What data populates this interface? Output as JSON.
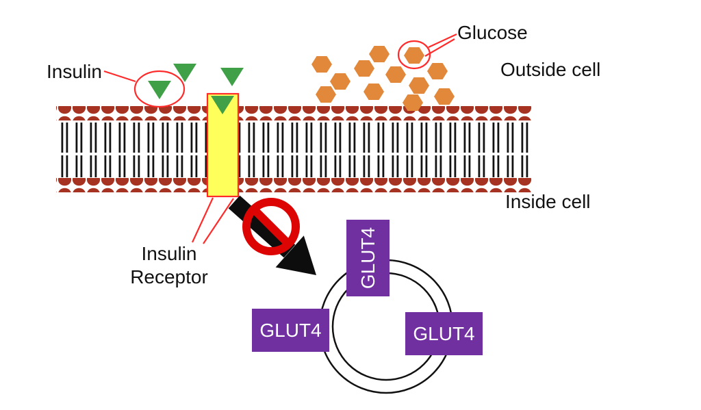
{
  "diagram": {
    "labels": {
      "insulin": "Insulin",
      "glucose": "Glucose",
      "outside_cell": "Outside cell",
      "inside_cell": "Inside cell",
      "insulin_receptor_line1": "Insulin",
      "insulin_receptor_line2": "Receptor",
      "glut4": "GLUT4"
    },
    "icons": {
      "insulin_molecule": "green-triangle",
      "glucose_molecule": "orange-hexagon",
      "blocked_signal": "red-prohibition-circle-over-black-arrow",
      "vesicle": "double-ring-circle"
    },
    "colors": {
      "background": "#FFFFFF",
      "membrane_head": "#A63322",
      "tail": "#111111",
      "insulin_green": "#3FA047",
      "glucose_orange": "#E2883B",
      "receptor_fill": "#FFFF5C",
      "callout_red": "#FF2B2B",
      "prohibition_red": "#DD0404",
      "glut4_purple": "#7030A0",
      "glut4_text": "#FFFFFF",
      "arrow": "#0D0D0D",
      "vesicle_stroke": "#111111",
      "text": "#111111"
    }
  }
}
